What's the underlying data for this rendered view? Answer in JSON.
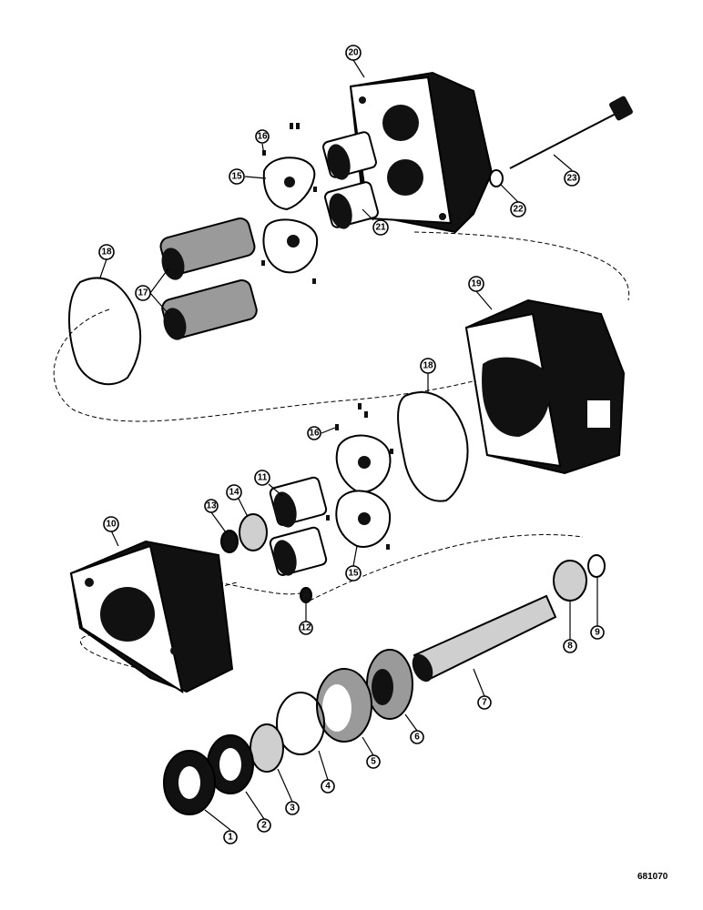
{
  "callouts": [
    {
      "id": "c20",
      "label": "20"
    },
    {
      "id": "c16a",
      "label": "16"
    },
    {
      "id": "c15a",
      "label": "15"
    },
    {
      "id": "c21",
      "label": "21"
    },
    {
      "id": "c22",
      "label": "22"
    },
    {
      "id": "c23",
      "label": "23"
    },
    {
      "id": "c18a",
      "label": "18"
    },
    {
      "id": "c17",
      "label": "17"
    },
    {
      "id": "c19",
      "label": "19"
    },
    {
      "id": "c18b",
      "label": "18"
    },
    {
      "id": "c16b",
      "label": "16"
    },
    {
      "id": "c11",
      "label": "11"
    },
    {
      "id": "c14",
      "label": "14"
    },
    {
      "id": "c13",
      "label": "13"
    },
    {
      "id": "c10",
      "label": "10"
    },
    {
      "id": "c15b",
      "label": "15"
    },
    {
      "id": "c12",
      "label": "12"
    },
    {
      "id": "c8",
      "label": "8"
    },
    {
      "id": "c9",
      "label": "9"
    },
    {
      "id": "c7",
      "label": "7"
    },
    {
      "id": "c6",
      "label": "6"
    },
    {
      "id": "c5",
      "label": "5"
    },
    {
      "id": "c4",
      "label": "4"
    },
    {
      "id": "c3",
      "label": "3"
    },
    {
      "id": "c2",
      "label": "2"
    },
    {
      "id": "c1",
      "label": "1"
    }
  ],
  "doc_number": "681070"
}
